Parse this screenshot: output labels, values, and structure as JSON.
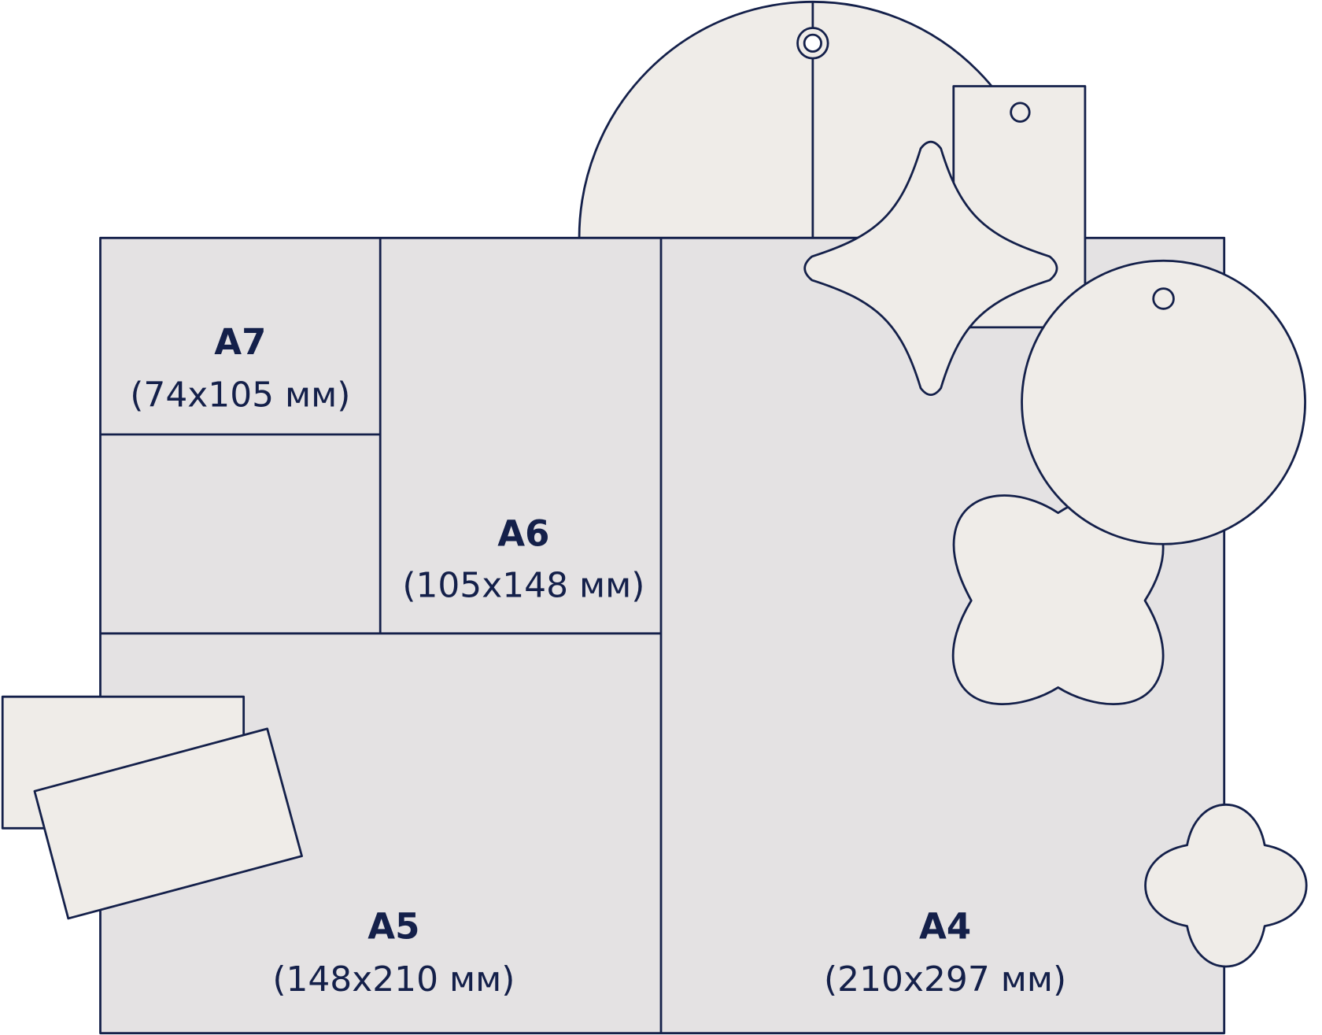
{
  "colors": {
    "stroke": "#14204a",
    "sheet": "#e4e2e3",
    "card": "#efece8",
    "background": "#ffffff"
  },
  "formats": [
    {
      "name": "A7",
      "size": "(74x105 мм)"
    },
    {
      "name": "A6",
      "size": "(105x148 мм)"
    },
    {
      "name": "A5",
      "size": "(148x210 мм)"
    },
    {
      "name": "A4",
      "size": "(210x297 мм)"
    }
  ]
}
